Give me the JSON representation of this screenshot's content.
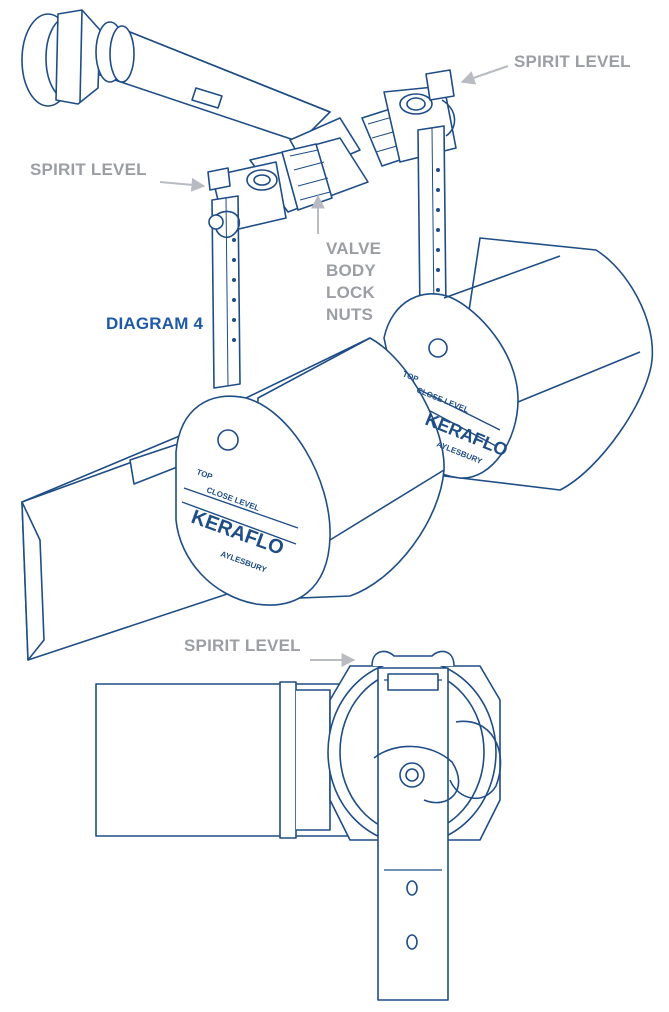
{
  "labels": {
    "spirit_level_top_right": "SPIRIT LEVEL",
    "spirit_level_left": "SPIRIT LEVEL",
    "spirit_level_bottom": "SPIRIT LEVEL",
    "valve_body_lock_nuts": [
      "VALVE",
      "BODY",
      "LOCK",
      "NUTS"
    ],
    "diagram_title": "DIAGRAM 4"
  },
  "float_text": {
    "top": "TOP",
    "close_level": "CLOSE LEVEL",
    "brand": "KERAFLO",
    "town": "AYLESBURY"
  },
  "colors": {
    "line": "#1f4d86",
    "fill": "#ffffff",
    "label_grey": "#9b9ea3",
    "title_blue": "#1f59a8"
  }
}
